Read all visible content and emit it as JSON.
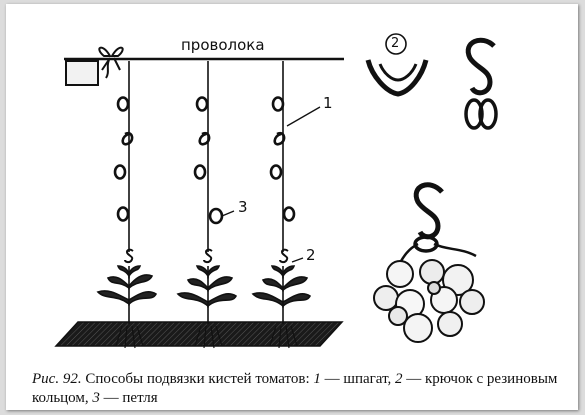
{
  "labels": {
    "wire": "проволока",
    "marker_1": "1",
    "marker_2": "2",
    "marker_3": "3",
    "marker_circled_2": "2"
  },
  "caption": {
    "fig_label": "Рис. 92.",
    "text_1": " Способы подвязки кистей томатов: ",
    "num_1": "1",
    "text_2": " — шпагат, ",
    "num_2": "2",
    "text_3": " — крючок с резиновым кольцом, ",
    "num_3": "3",
    "text_4": " — петля"
  }
}
